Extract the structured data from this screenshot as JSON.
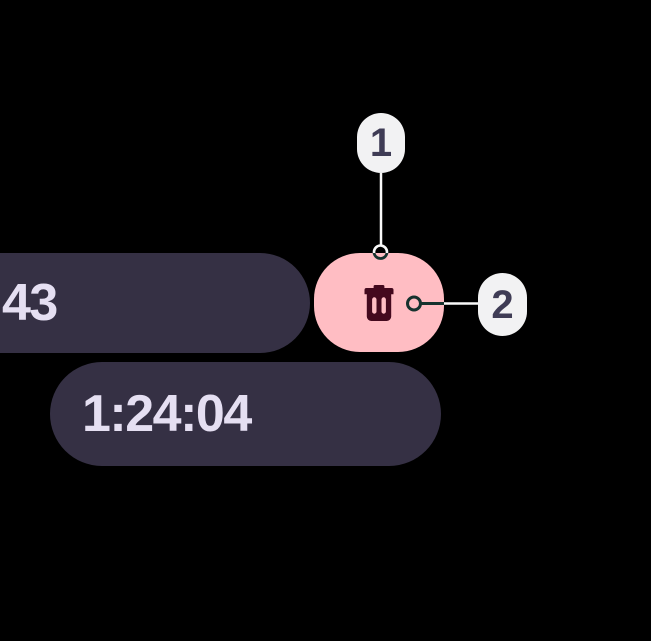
{
  "screen": {
    "background": "#000000"
  },
  "stopwatch": {
    "lap_time_visible": "43",
    "elapsed_time": "1:24:04",
    "colors": {
      "pill_bg": "#353044",
      "time_text": "#E5DFF2"
    }
  },
  "delete_button": {
    "icon": "trash-icon",
    "colors": {
      "bg": "#FFBDC3",
      "icon": "#44091E"
    }
  },
  "callouts": {
    "items": [
      {
        "label": "1",
        "points_to": "delete-button"
      },
      {
        "label": "2",
        "points_to": "trash-icon"
      }
    ],
    "colors": {
      "badge_bg": "#F2F2F3",
      "badge_text": "#3F3C55",
      "line_light": "#FAFAFA",
      "line_dark": "#16322E"
    }
  }
}
